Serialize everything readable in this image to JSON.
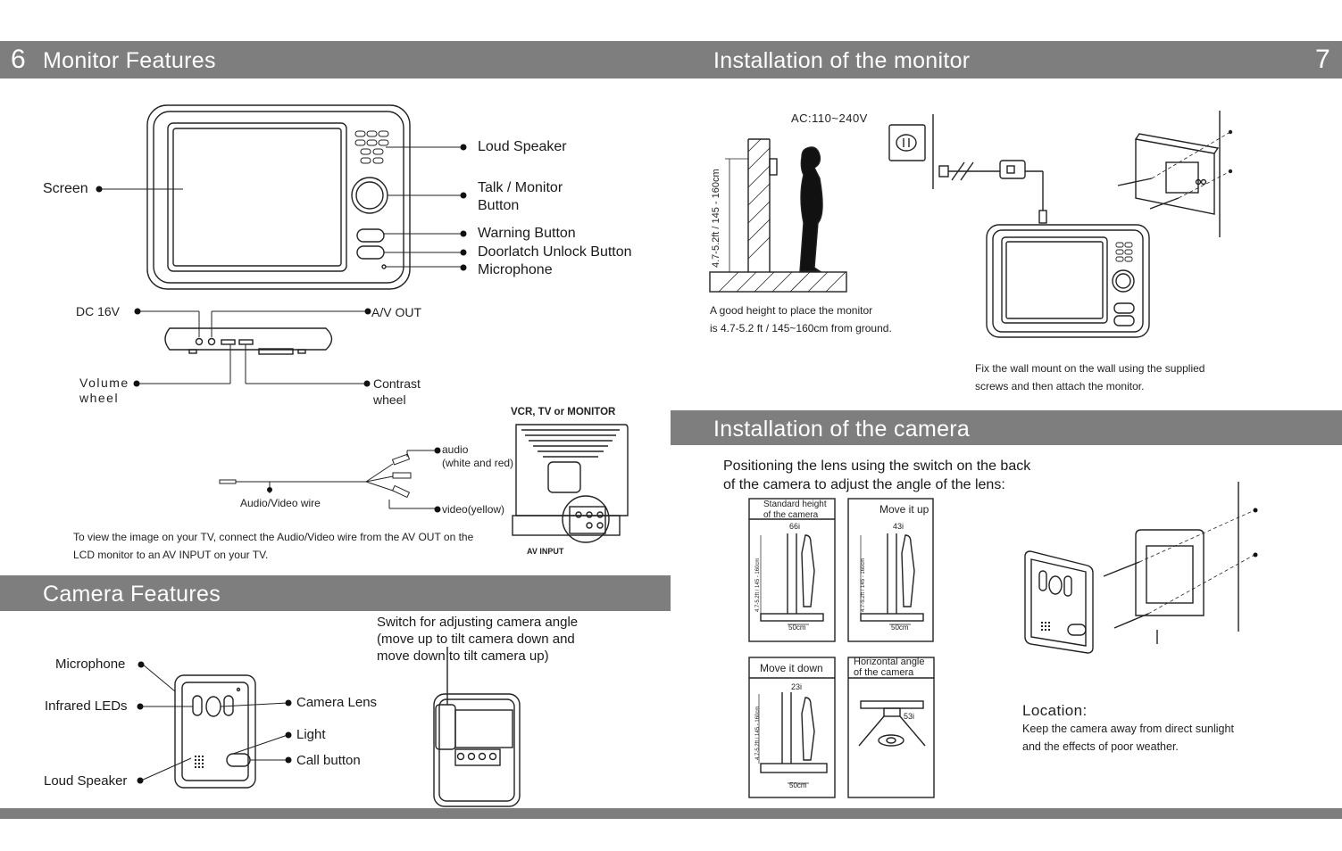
{
  "page_left": {
    "number": "6",
    "title": "Monitor Features",
    "monitor_labels": {
      "screen": "Screen",
      "loud_speaker": "Loud Speaker",
      "talk_monitor_1": "Talk / Monitor",
      "talk_monitor_2": "Button",
      "warning": "Warning  Button",
      "doorlatch": "Doorlatch Unlock Button",
      "microphone": "Microphone",
      "dc": "DC 16V",
      "av_out": "A/V OUT",
      "volume_1": "Volume",
      "volume_2": "wheel",
      "contrast_1": "Contrast",
      "contrast_2": "wheel"
    },
    "av_wire": {
      "tv_title": "VCR, TV or MONITOR",
      "audio_1": "audio",
      "audio_2": "(white and red)",
      "video": "video(yellow)",
      "wire": "Audio/Video wire",
      "av_input": "AV INPUT",
      "note_1": "To view the image on your TV, connect the Audio/Video wire from the AV OUT on the",
      "note_2": "LCD monitor to an AV INPUT on your TV."
    },
    "camera_title": "Camera Features",
    "camera_labels": {
      "microphone": "Microphone",
      "infrared": "Infrared LEDs",
      "loud_speaker": "Loud Speaker",
      "lens": "Camera Lens",
      "light": "Light",
      "call": "Call button",
      "switch_1": "Switch for adjusting camera angle",
      "switch_2": "(move up to tilt camera down and",
      "switch_3": "move down to tilt camera up)"
    }
  },
  "page_right": {
    "number": "7",
    "title": "Installation of the monitor",
    "ac": "AC:110~240V",
    "height_axis": "4.7-5.2ft / 145 - 160cm",
    "height_note_1": "A good height to place the monitor",
    "height_note_2": "is 4.7-5.2 ft / 145~160cm from ground.",
    "mount_note_1": "Fix the wall mount on the wall using the supplied",
    "mount_note_2": "screws and then attach the monitor.",
    "camera_title": "Installation of the camera",
    "positioning_1": "Positioning the lens using the switch on the back",
    "positioning_2": "of the camera to adjust the angle of the lens:",
    "boxes": {
      "standard_1": "Standard height",
      "standard_2": "of the camera",
      "standard_angle": "66i",
      "move_up": "Move it up",
      "up_angle": "43i",
      "move_down": "Move it down",
      "down_angle": "23i",
      "horizontal_1": "Horizontal angle",
      "horizontal_2": "of the camera",
      "horizontal_angle": "53i",
      "distance": "50cm",
      "small_axis": "4.7-5.2ft / 145 - 160cm"
    },
    "location_title": "Location:",
    "location_1": "Keep the camera away from direct sunlight",
    "location_2": "and the effects of poor weather."
  }
}
